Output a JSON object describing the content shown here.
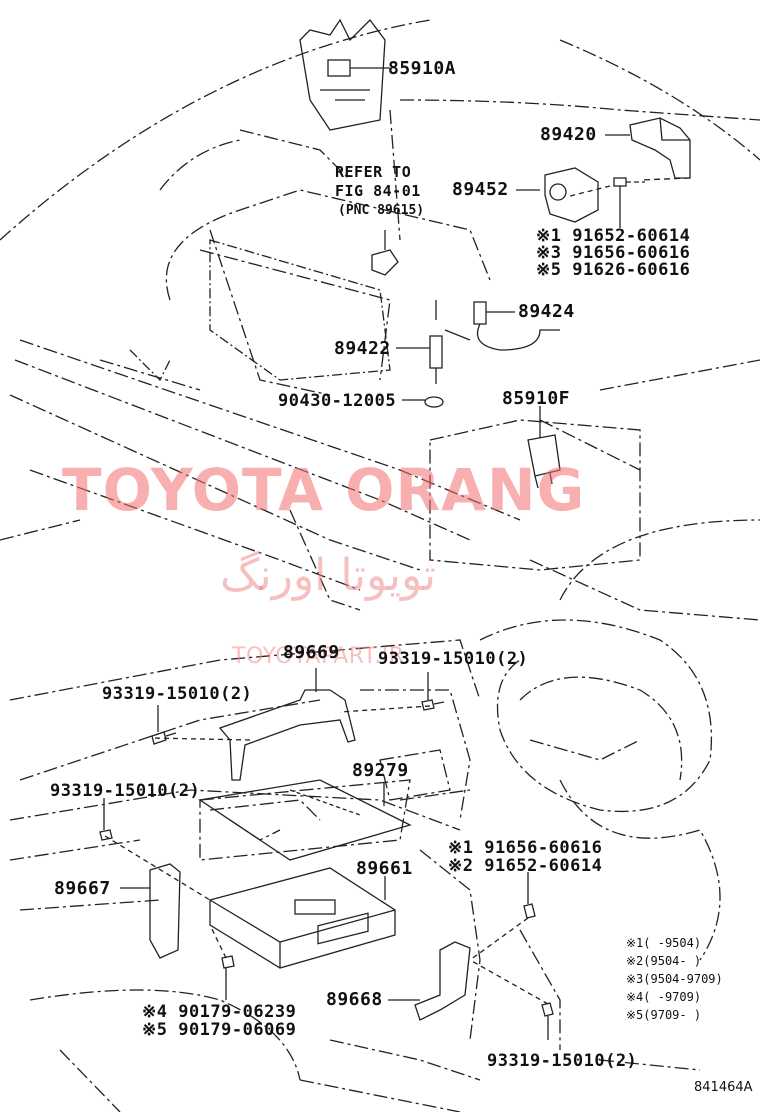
{
  "labels": {
    "p85910a": "85910A",
    "p89420": "89420",
    "p89452": "89452",
    "refer1": "REFER TO",
    "refer2": "FIG 84-01",
    "refer3": "(PNC 89615)",
    "n1a": "※1 91652-60614",
    "n3a": "※3 91656-60616",
    "n5a": "※5 91626-60616",
    "p89424": "89424",
    "p89422": "89422",
    "p90430": "90430-12005",
    "p85910f": "85910F",
    "p89669": "89669",
    "b93319a": "93319-15010(2)",
    "b93319b": "93319-15010(2)",
    "p89279": "89279",
    "b93319c": "93319-15010(2)",
    "n1b": "※1 91656-60616",
    "n2b": "※2 91652-60614",
    "p89661": "89661",
    "p89667": "89667",
    "n4c": "※4 90179-06239",
    "n5c": "※5 90179-06069",
    "p89668": "89668",
    "b93319d": "93319-15010(2)"
  },
  "legend": [
    "※1(      -9504)",
    "※2(9504-      )",
    "※3(9504-9709)",
    "※4(      -9709)",
    "※5(9709-      )"
  ],
  "watermark": {
    "main": "TOYOTA ORANG",
    "persian": "تویوتا اورنگ",
    "small": "TOYOTAPART.IR"
  },
  "drawing_code": "841464A"
}
